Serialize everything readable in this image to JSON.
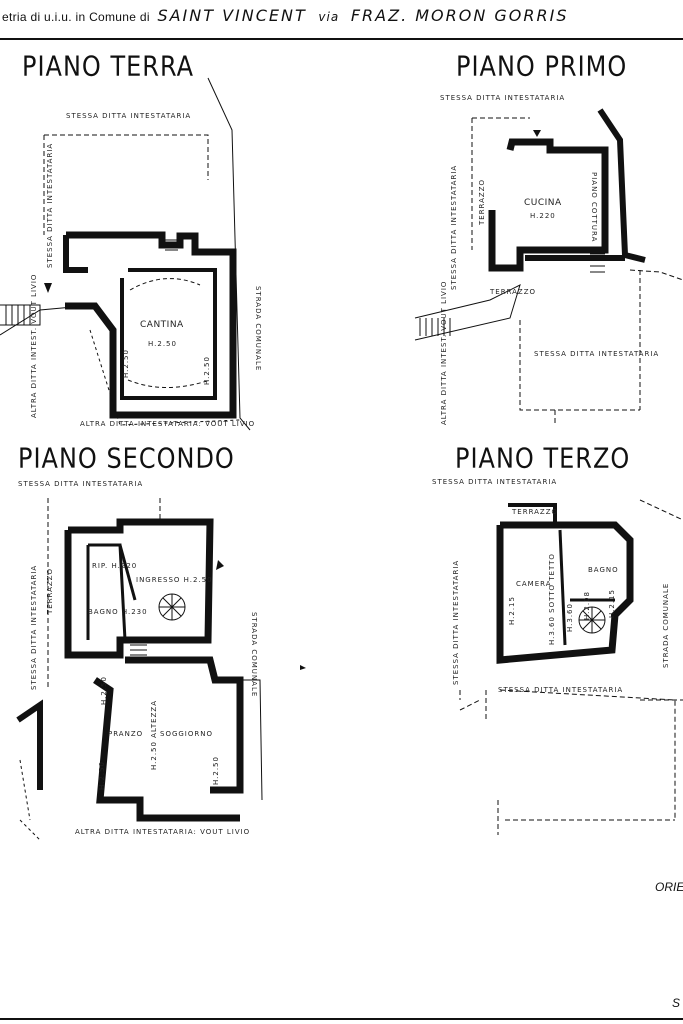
{
  "header": {
    "prefix": "etria di u.i.u. in Comune di",
    "comune": "SAINT VINCENT",
    "via_label": "via",
    "address": "FRAZ. MORON GORRIS"
  },
  "plans": {
    "terra": {
      "title": "PIANO TERRA",
      "top_label": "STESSA DITTA INTESTATARIA",
      "left_label": "STESSA DITTA INTESTATARIA",
      "bottom_left_label": "ALTRA DITTA INTEST. VOUT LIVIO",
      "bottom_label": "ALTRA DITTA INTESTATARIA: VOUT LIVIO",
      "road_label": "STRADA COMUNALE",
      "room": "CANTINA",
      "height_label": "H.2.50",
      "height_left": "H.2.50",
      "height_right": "H.2.50"
    },
    "primo": {
      "title": "PIANO PRIMO",
      "top_label": "STESSA DITTA INTESTATARIA",
      "left_label": "STESSA DITTA INTESTATARIA",
      "terrace_label": "TERRAZZO",
      "terrace2_label": "TERRAZZO",
      "room": "CUCINA",
      "height_label": "H.220",
      "stove_label": "PIANO COTTURA",
      "middle_label": "STESSA DITTA INTESTATARIA",
      "bottom_left_label": "ALTRA DITTA INTEST. VOUT LIVIO"
    },
    "secondo": {
      "title": "PIANO SECONDO",
      "top_label": "STESSA DITTA INTESTATARIA",
      "terrace_label": "TERRAZZO",
      "left_label": "STESSA DITTA INTESTATARIA",
      "rip_label": "RIP. H.220",
      "bagno_label": "BAGNO H.230",
      "ingresso_label": "INGRESSO H.2.50",
      "pranzo_label": "PRANZO",
      "soggiorno_label": "SOGGIORNO",
      "h_left": "H.2.50",
      "h_right": "H.2.50",
      "h_mid": "H.2.50",
      "h_center": "H.2.50 ALTEZZA",
      "road_label": "STRADA COMUNALE",
      "bottom_label": "ALTRA DITTA INTESTATARIA: VOUT LIVIO"
    },
    "terzo": {
      "title": "PIANO TERZO",
      "top_label": "STESSA DITTA INTESTATARIA",
      "terrace_label": "TERRAZZO",
      "camera_label": "CAMERA",
      "bagno_label": "BAGNO",
      "h_left": "H.2.15",
      "h_mid1": "H.3.60 SOTTO TETTO",
      "h_mid2": "H.3.60",
      "h_right1": "H.2.08",
      "h_right2": "H.2.15",
      "left_label": "STESSA DITTA INTESTATARIA",
      "bottom_label": "STESSA DITTA INTESTATARIA",
      "road_label": "STRADA COMUNALE"
    }
  },
  "corner": {
    "orient": "ORIE",
    "bottom": "S"
  }
}
